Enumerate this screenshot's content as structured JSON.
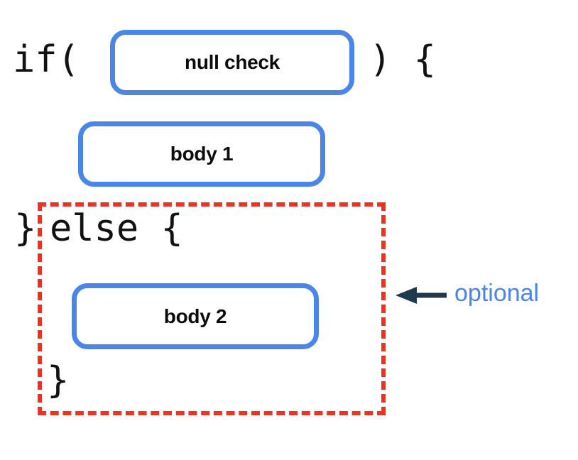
{
  "diagram": {
    "title": "if-else null check structure",
    "colors": {
      "box_border_blue": "#4a85e8",
      "dashed_red": "#ea3323",
      "arrow_navy": "#1e3a4c",
      "code_black": "#121212",
      "background": "#ffffff"
    },
    "code": {
      "if_open": "if(",
      "close_paren_open_brace": ") {",
      "if_block_close_brace": "}",
      "else_keyword": "else {",
      "else_block_close_brace": "}"
    },
    "boxes": [
      {
        "id": "null-check",
        "label": "null check"
      },
      {
        "id": "body-1",
        "label": "body 1"
      },
      {
        "id": "body-2",
        "label": "body 2"
      }
    ],
    "annotation": {
      "label": "optional",
      "arrow_icon": "arrow-left-icon",
      "points_to": "dashed-optional-region"
    }
  }
}
